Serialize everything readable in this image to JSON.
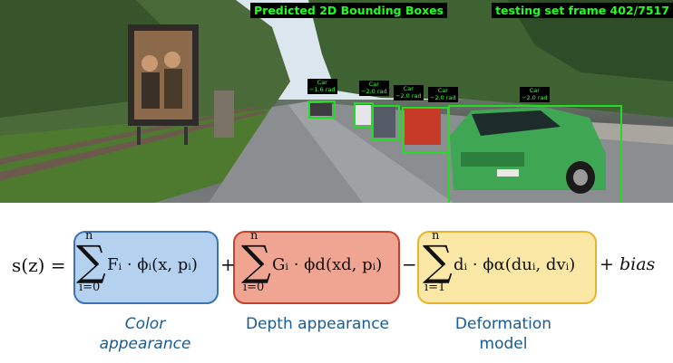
{
  "image": {
    "title": "Predicted 2D Bounding Boxes",
    "frame_label": "testing set frame 402/7517",
    "box_color": "#22dd22",
    "detections": [
      {
        "label": "Car",
        "angle": "−1.6 rad"
      },
      {
        "label": "Car",
        "angle": "−2.0 rad"
      },
      {
        "label": "Car",
        "angle": "−2.0 rad"
      },
      {
        "label": "Car",
        "angle": "−2.0 rad"
      },
      {
        "label": "Car",
        "angle": "−2.0 rad"
      }
    ]
  },
  "formula": {
    "lhs": "s(z) =",
    "term_color": {
      "top": "n",
      "bottom": "i=0",
      "body": "Fᵢ · ϕᵢ(x, pᵢ)"
    },
    "op1": "+",
    "term_depth": {
      "top": "n",
      "bottom": "i=0",
      "body": "Gᵢ · ϕd(xd, pᵢ)"
    },
    "op2": "−",
    "term_deform": {
      "top": "n",
      "bottom": "i=1",
      "body": "dᵢ · ϕα(duᵢ, dvᵢ)"
    },
    "tail": "+ bias",
    "colors": {
      "color_box": "#b4d2ef",
      "depth_box": "#efa592",
      "deform_box": "#fbe8a6",
      "caption": "#1a5a95"
    }
  },
  "captions": {
    "color": "Color appearance",
    "depth": "Depth appearance",
    "deformation": "Deformation model"
  }
}
